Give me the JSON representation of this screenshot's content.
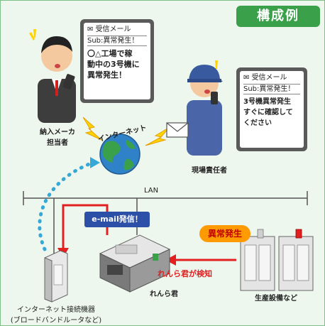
{
  "title_badge": "構成例",
  "phone_left": {
    "header": "受信メール",
    "subject": "Sub:異常発生！",
    "body": [
      "〇△工場で稼",
      "動中の3号機に",
      "異常発生！"
    ]
  },
  "phone_right": {
    "header": "受信メール",
    "subject": "Sub:異常発生！",
    "body": [
      "3号機異常発生",
      "すぐに確認して",
      "ください"
    ]
  },
  "labels": {
    "vendor_line1": "納入メーカ",
    "vendor_line2": "担当者",
    "site_manager": "現場責任者",
    "internet": "インターネット",
    "lan": "LAN",
    "email_sent": "e-mail発信！",
    "anomaly": "異常発生",
    "renrakun_detects": "れんら君が検知",
    "renrakun": "れんら君",
    "device_line1": "インターネット接続機器",
    "device_line2": "(ブロードバンドルータなど)",
    "equipment": "生産設備など"
  }
}
